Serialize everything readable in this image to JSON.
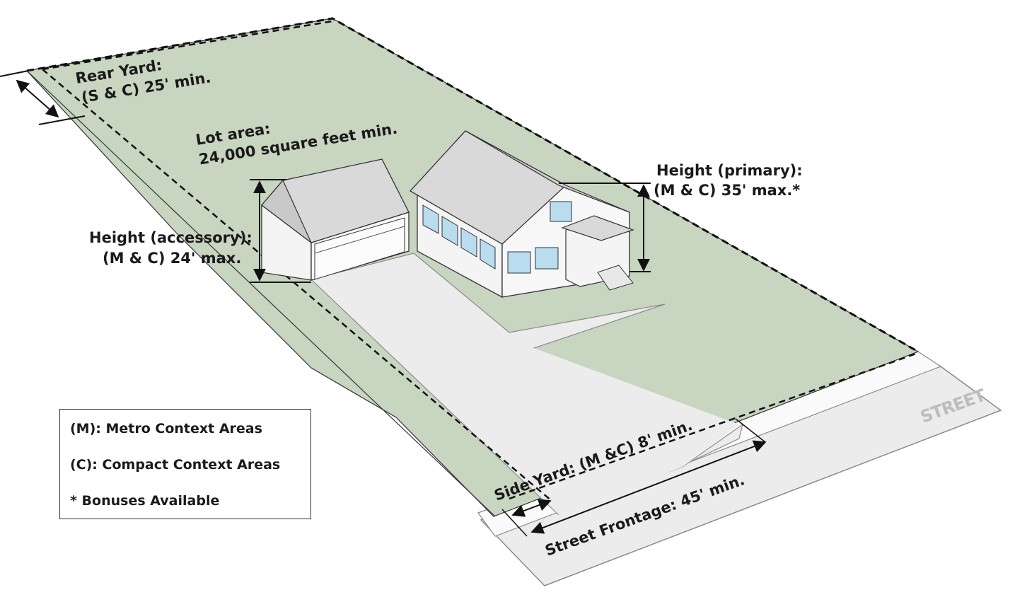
{
  "labels": {
    "rear_yard_line1": "Rear Yard:",
    "rear_yard_line2": "(S & C) 25' min.",
    "lot_area_line1": "Lot area:",
    "lot_area_line2": "24,000 square feet min.",
    "height_primary_line1": "Height (primary):",
    "height_primary_line2": "(M & C) 35' max.*",
    "height_accessory_line1": "Height (accessory):",
    "height_accessory_line2": "(M & C) 24' max.",
    "side_yard": "Side Yard: (M &C) 8' min.",
    "street_frontage": "Street Frontage: 45' min.",
    "street": "STREET"
  },
  "legend": {
    "items": [
      "(M): Metro Context Areas",
      "(C): Compact Context Areas",
      "* Bonuses Available"
    ]
  },
  "colors": {
    "lawn": "#c8d5c0",
    "pavement": "#ececec",
    "house_wall": "#f4f4f4",
    "roof": "#d9d9d9",
    "window": "#b9dcef"
  }
}
